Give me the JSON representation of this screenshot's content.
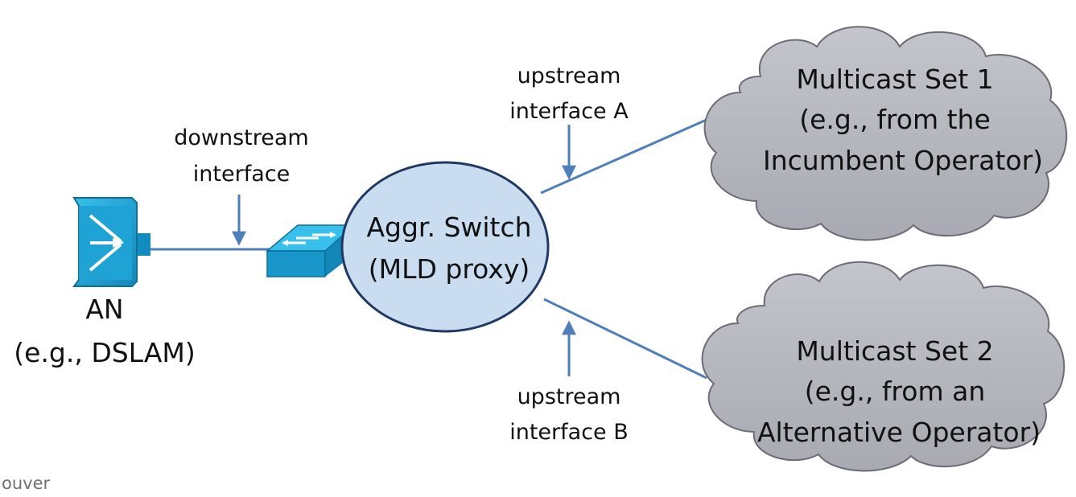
{
  "labels": {
    "downstream_line1": "downstream",
    "downstream_line2": "interface",
    "upstream_a_line1": "upstream",
    "upstream_a_line2": "interface A",
    "upstream_b_line1": "upstream",
    "upstream_b_line2": "interface B"
  },
  "an": {
    "line1": "AN",
    "line2": "(e.g., DSLAM)",
    "icon": "router-icon"
  },
  "switch": {
    "icon": "switch-icon",
    "line1": "Aggr. Switch",
    "line2": "(MLD proxy)"
  },
  "cloud1": {
    "line1": "Multicast Set 1",
    "line2": "(e.g., from the",
    "line3": "Incumbent Operator)"
  },
  "cloud2": {
    "line1": "Multicast Set 2",
    "line2": "(e.g., from an",
    "line3": "Alternative Operator)"
  },
  "footer": {
    "text": "ouver"
  },
  "colors": {
    "line": "#4f7fb9",
    "ellipse_fill": "#c9dcf0",
    "ellipse_stroke": "#1f3864",
    "cloud_fill": "#b0b0b8",
    "device_fill": "#1aa6d6"
  }
}
